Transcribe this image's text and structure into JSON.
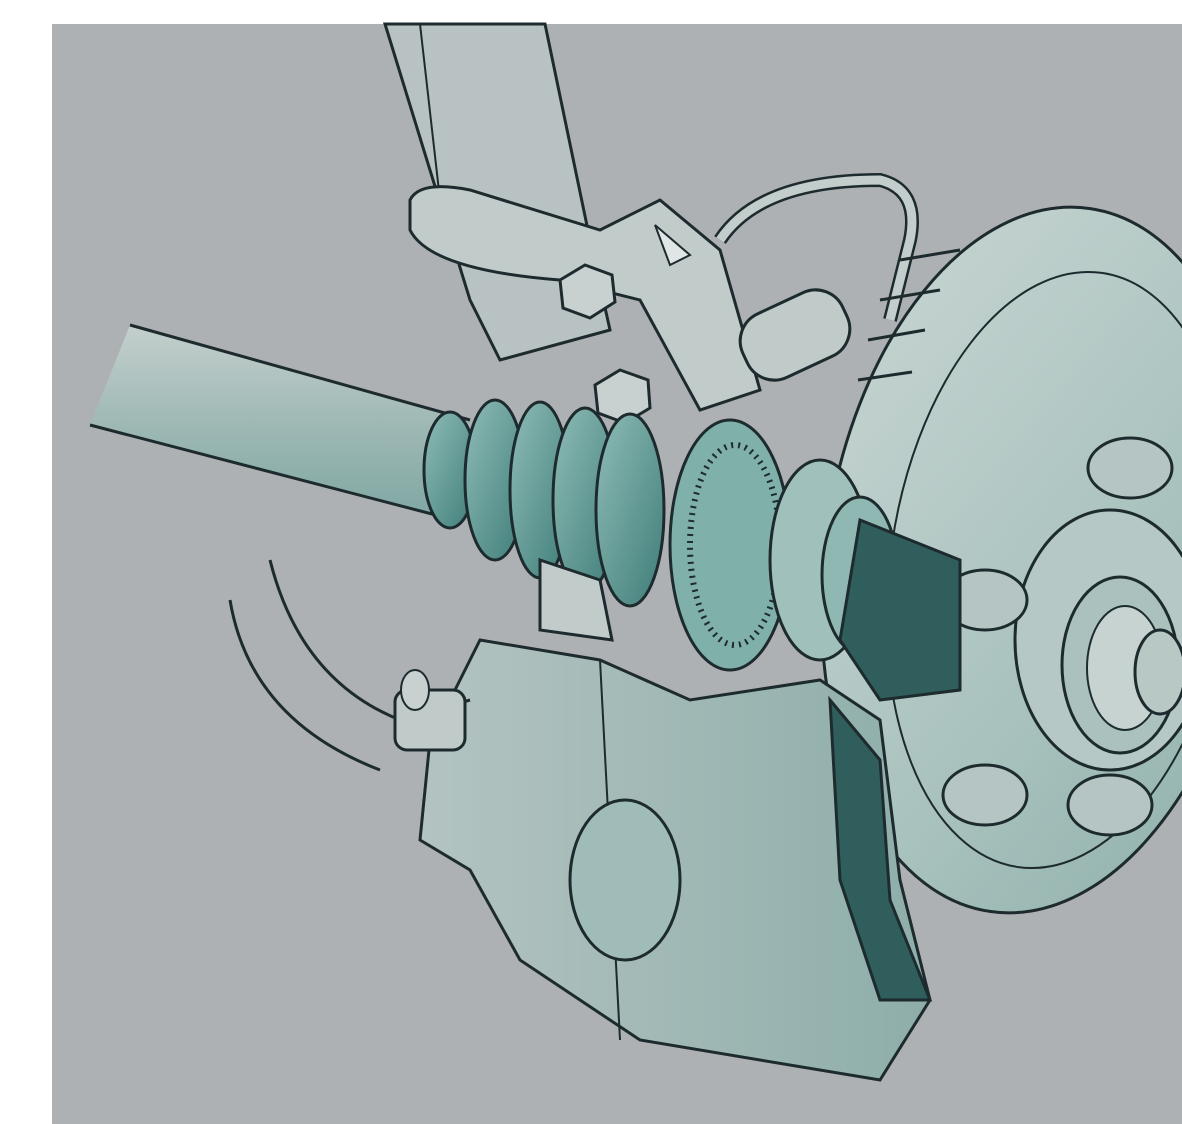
{
  "illustration": {
    "subject": "",
    "colors": {
      "background": "#aeb1b3",
      "frame": "#ffffff",
      "outline": "#1e2b2e",
      "part_light": "#b6c6c4",
      "part_mid": "#8fb2ae",
      "part_teal": "#6fa6a2",
      "part_dark": "#2f5e5c",
      "disc": "#b8c9c6"
    },
    "parts": [
      {
        "name": "strut-tube"
      },
      {
        "name": "strut-mount-bracket"
      },
      {
        "name": "mount-bolt"
      },
      {
        "name": "brake-hose"
      },
      {
        "name": "drive-shaft"
      },
      {
        "name": "cv-boot"
      },
      {
        "name": "abs-tone-ring"
      },
      {
        "name": "wheel-bearing"
      },
      {
        "name": "steering-knuckle"
      },
      {
        "name": "tie-rod-end"
      },
      {
        "name": "brake-caliper"
      },
      {
        "name": "brake-rotor"
      },
      {
        "name": "wheel-hub"
      },
      {
        "name": "wheel-stud"
      },
      {
        "name": "hub-tone-ring"
      }
    ]
  }
}
